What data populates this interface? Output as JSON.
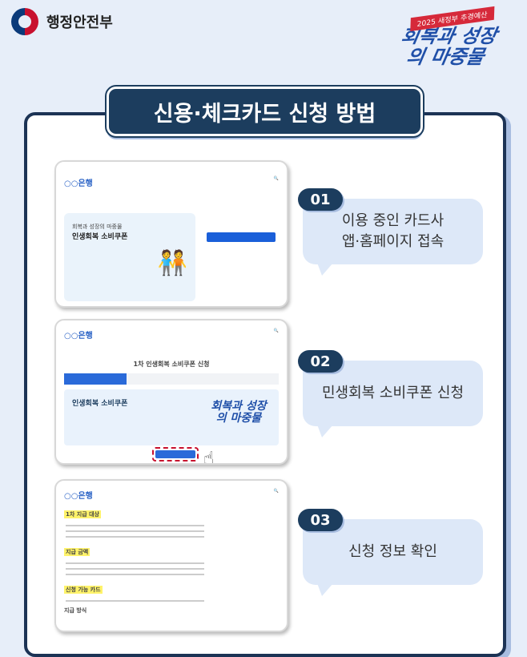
{
  "header": {
    "org": "행정안전부",
    "slogan_tag": "2025 새정부 추경예산",
    "slogan": "회복과 성장의 마중물"
  },
  "title": "신용·체크카드 신청 방법",
  "mockups": {
    "bank": "○○은행",
    "hero_sub": "회복과 성장의 마중물",
    "hero_title": "인생회복 소비쿠폰",
    "page_title": "1차 인생회복 소비쿠폰 신청",
    "banner_title": "인생회복 소비쿠폰",
    "sections": [
      "1차 지급 대상",
      "지급 금액",
      "신청 가능 카드",
      "지급 방식"
    ]
  },
  "steps": [
    {
      "num": "01",
      "text": "이용 중인 카드사\n앱·홈페이지 접속"
    },
    {
      "num": "02",
      "text": "민생회복 소비쿠폰 신청"
    },
    {
      "num": "03",
      "text": "신청 정보 확인"
    }
  ],
  "colors": {
    "navy": "#1c3d5e",
    "bubble": "#dde8f8",
    "background": "#e7eef9",
    "accent_blue": "#2a6ad9",
    "highlight_red": "#c8102e"
  }
}
